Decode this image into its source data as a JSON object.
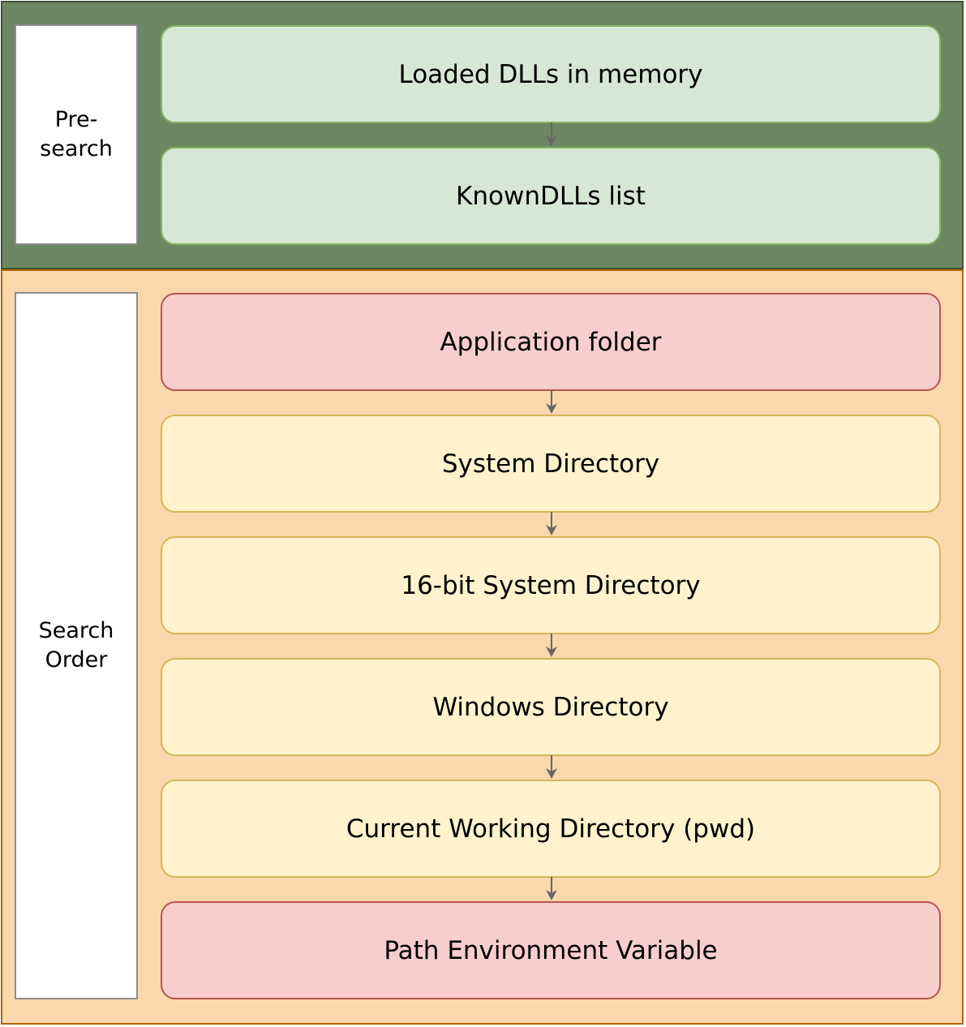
{
  "groups": {
    "pre_search": {
      "label": "Pre-search",
      "items": [
        "Loaded DLLs in memory",
        "KnownDLLs list"
      ]
    },
    "search_order": {
      "label": "Search Order",
      "items": [
        "Application folder",
        "System Directory",
        "16-bit System Directory",
        "Windows Directory",
        "Current Working Directory (pwd)",
        "Path Environment Variable"
      ]
    }
  },
  "colors": {
    "pre_search_bg": "#6d8764",
    "search_order_bg": "#fad7ac",
    "green_fill": "#d5e8d4",
    "green_stroke": "#82b366",
    "red_fill": "#f8cecc",
    "red_stroke": "#b85450",
    "yellow_fill": "#fff2cc",
    "yellow_stroke": "#d6b656",
    "arrow": "#666666"
  }
}
